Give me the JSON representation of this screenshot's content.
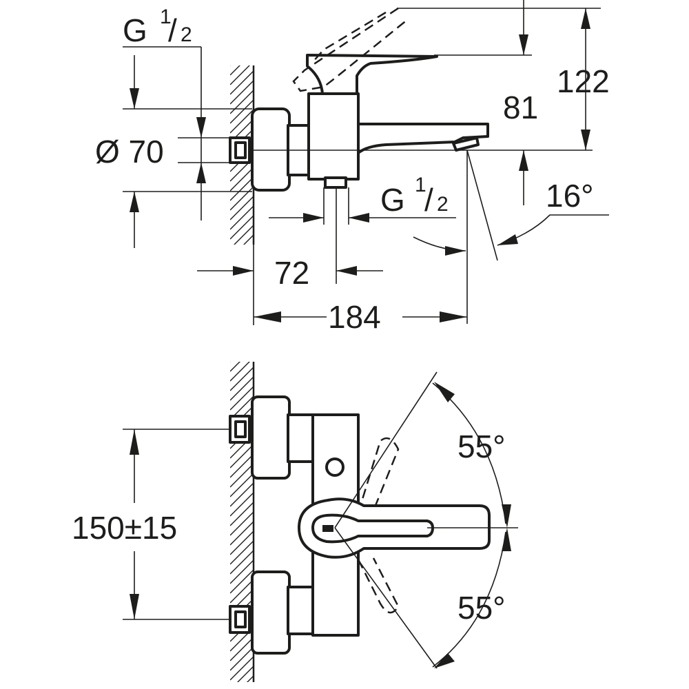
{
  "side_view": {
    "thread_top": {
      "base": "G",
      "sup": "1",
      "sub": "2"
    },
    "diameter": "Ø 70",
    "height_overall": "122",
    "height_spout": "81",
    "thread_bottom": {
      "base": "G",
      "sup": "1",
      "sub": "2"
    },
    "spout_angle": "16°",
    "outlet_offset": "72",
    "projection": "184"
  },
  "top_view": {
    "centres": "150±15",
    "lever_angle_up": "55°",
    "lever_angle_down": "55°"
  }
}
